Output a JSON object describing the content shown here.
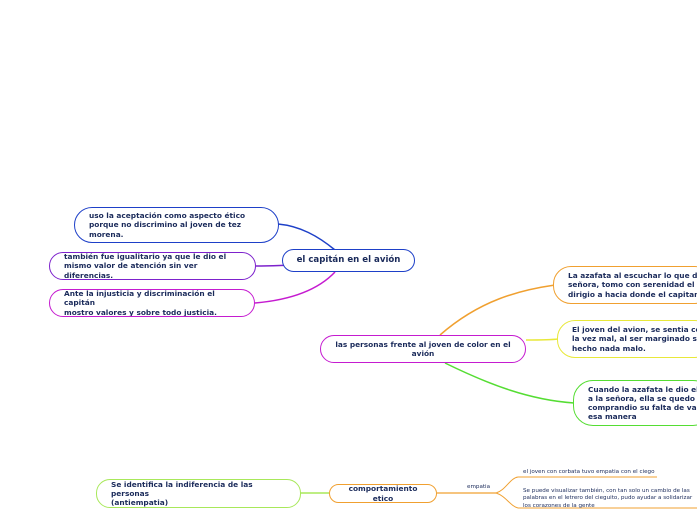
{
  "colors": {
    "blue": "#1e40c8",
    "purple": "#7d22cc",
    "magenta": "#c51bd0",
    "orange": "#f0a030",
    "yellow": "#e8e83a",
    "green": "#55dd33",
    "greenlight": "#a8e85a"
  },
  "topics": {
    "capitan": "el capitán en el avión",
    "personas": "las personas frente al joven de color en el\navión",
    "comportamiento": "comportamiento etico"
  },
  "capitan_children": [
    "uso la aceptación como aspecto ético\nporque no discrimino al joven de tez\nmorena.",
    "también fue igualitario ya que le dio el\nmismo valor de atención sin ver diferencias.",
    "Ante la injusticia y discriminación el capitán\nmostro valores y sobre todo justicia."
  ],
  "personas_children": [
    "La azafata al escuchar lo que dec\nseñora, tomo con serenidad el as\ndirigio a hacia donde el capitan.",
    "El joven del avion, se sentia cor\nla vez mal, al ser marginado sin\nhecho nada malo.",
    "Cuando la azafata le dio el\na la señora, ella se quedo a\ncomprandio su falta de valo\nesa manera"
  ],
  "comportamiento_left": "Se identifica la indiferencia de las personas\n(antiempatia)",
  "empatia": {
    "label": "empatia",
    "items": [
      "el joven con corbata tuvo empatia con el ciego",
      "Se puede visualizar también, con tan solo un cambio de las\npalabras en el letrero del cieguito, pudo ayudar a solidarizar\nlos corazones de la gente"
    ]
  }
}
